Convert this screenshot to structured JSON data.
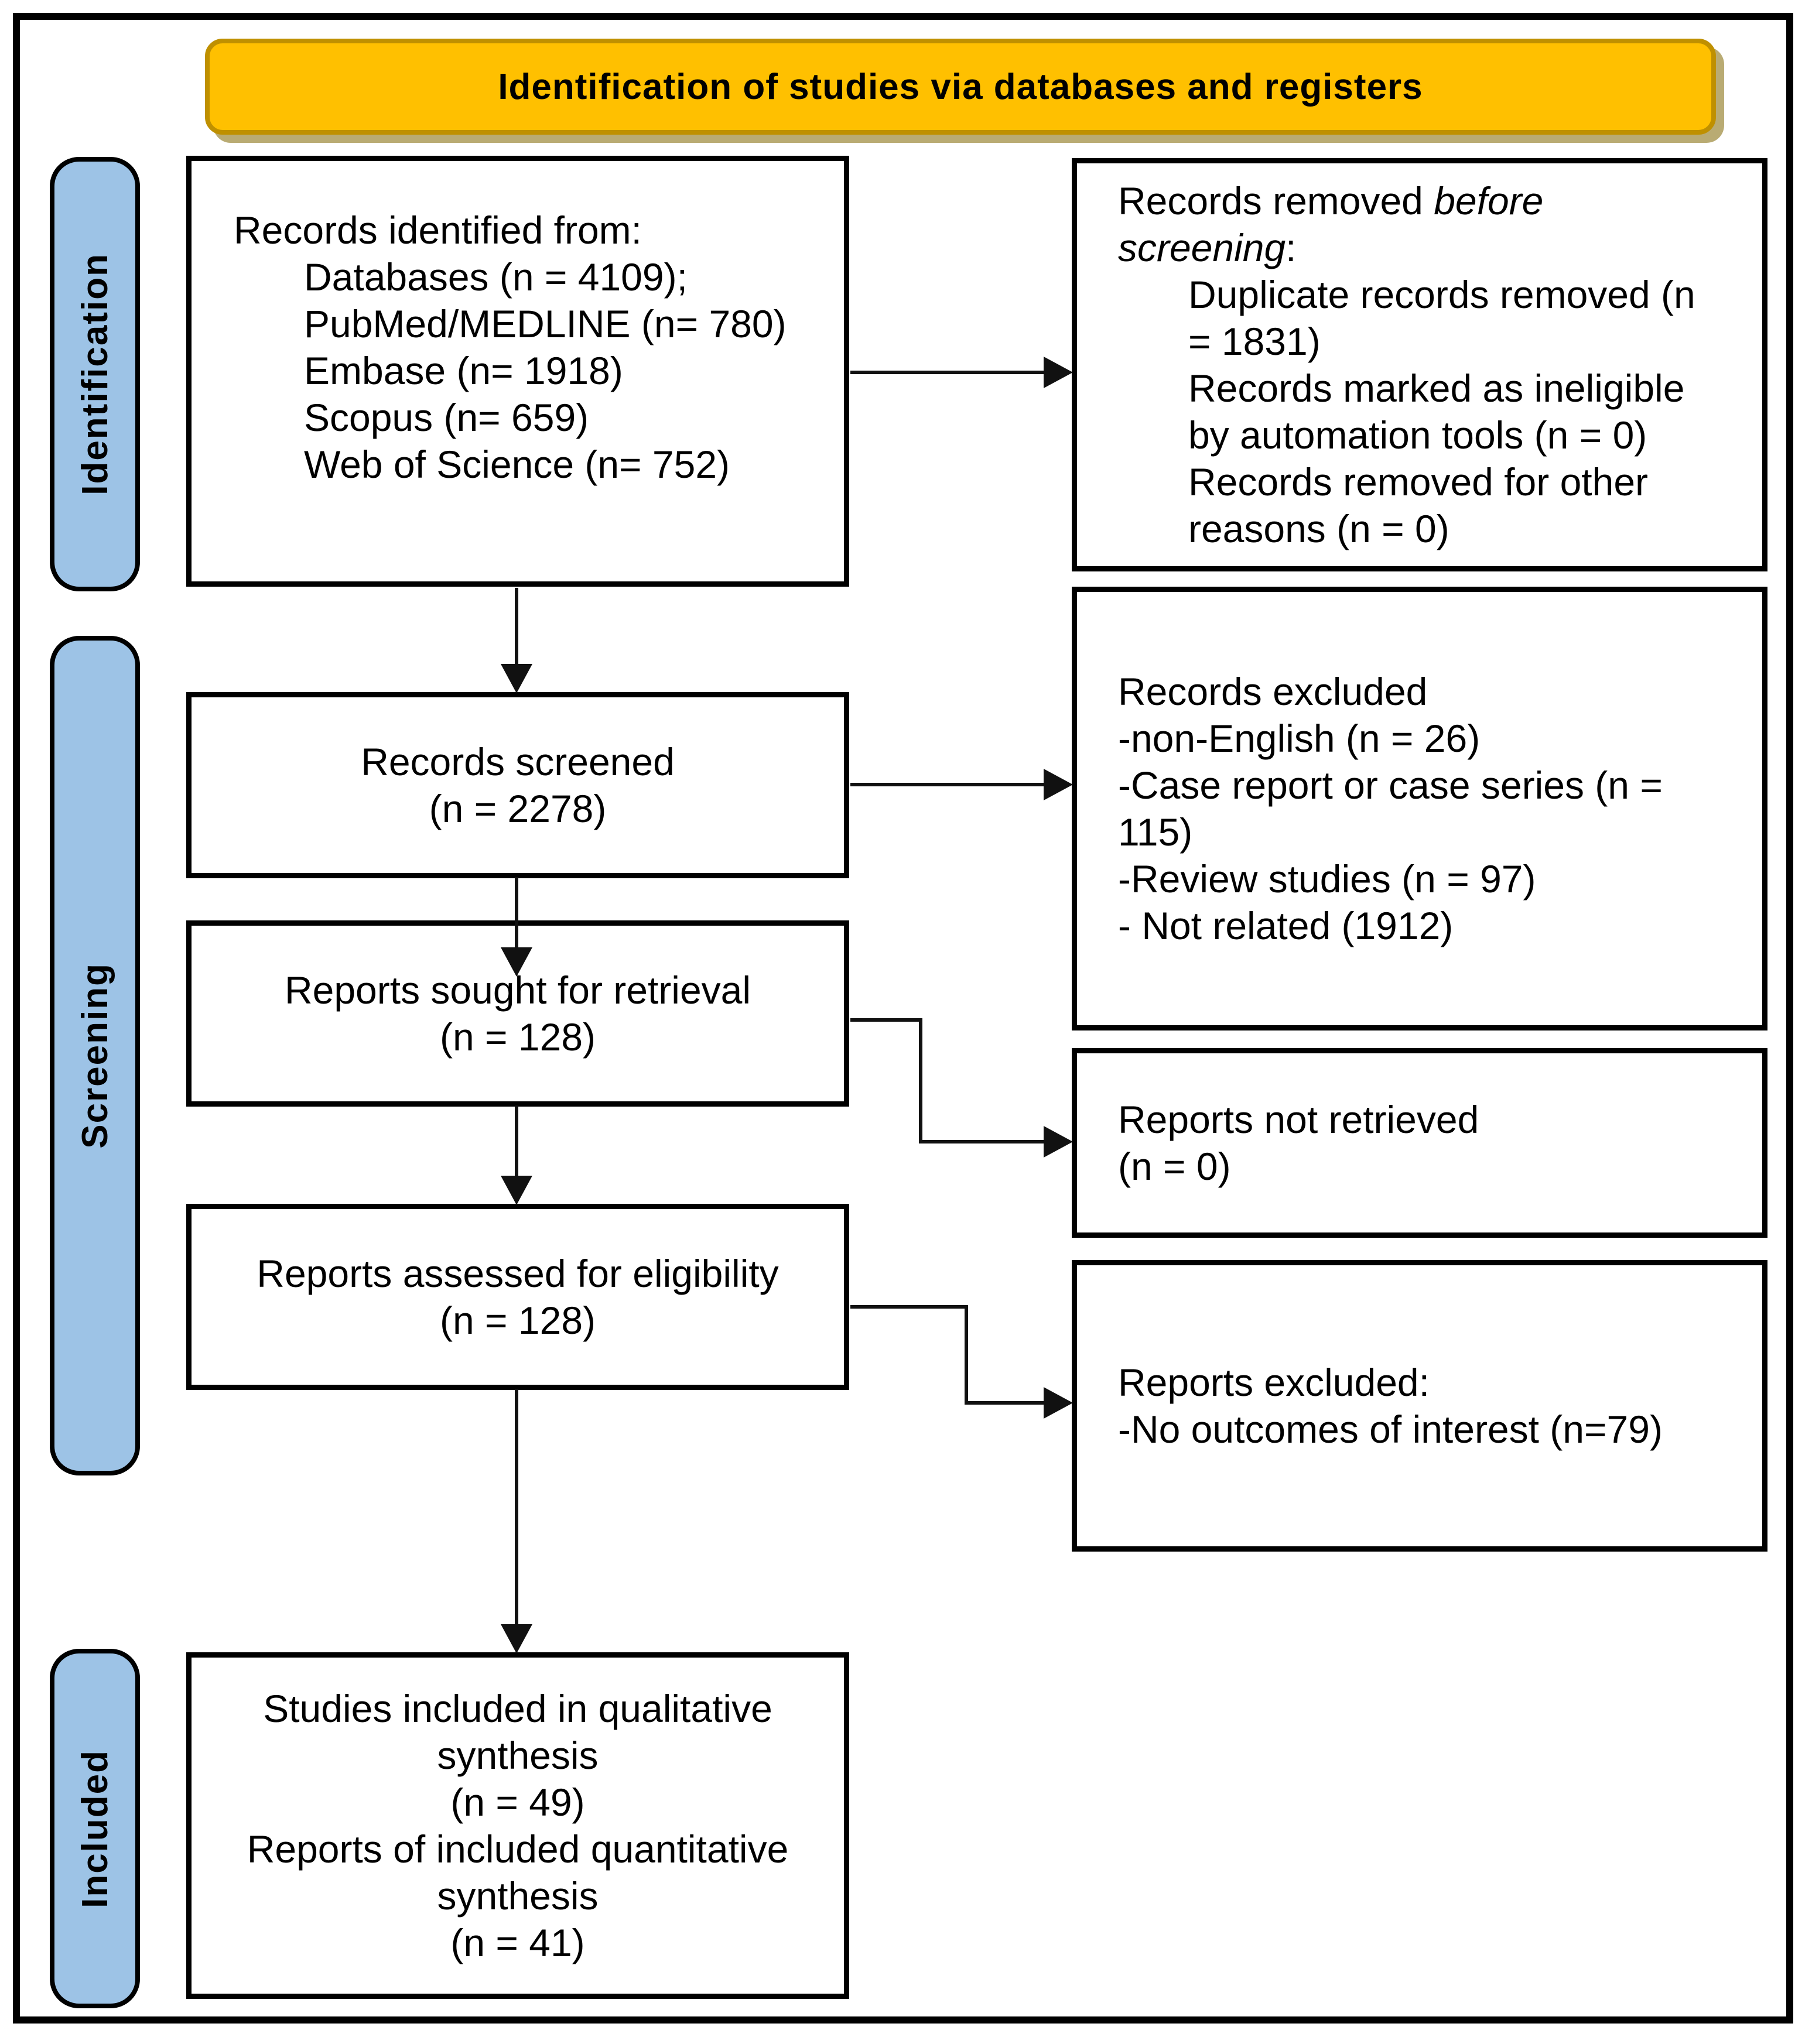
{
  "banner": {
    "title": "Identification of studies via databases and registers"
  },
  "sidebar": [
    {
      "id": "identification",
      "label": "Identification"
    },
    {
      "id": "screening",
      "label": "Screening"
    },
    {
      "id": "included",
      "label": "Included"
    }
  ],
  "colors": {
    "banner-fill": "#FFC000",
    "banner-border": "#BF9000",
    "tab-fill": "#9DC3E6",
    "box-border": "#000000",
    "arrow": "#111111",
    "background": "#FFFFFF"
  },
  "boxes": {
    "records_identified": {
      "lines": [
        {
          "ind": false,
          "parts": [
            {
              "text": "Records identified from:"
            }
          ]
        },
        {
          "ind": true,
          "parts": [
            {
              "text": "Databases (n = 4109);"
            }
          ]
        },
        {
          "ind": true,
          "parts": [
            {
              "text": "PubMed/MEDLINE (n= 780)"
            }
          ]
        },
        {
          "ind": true,
          "parts": [
            {
              "text": "Embase (n= 1918)"
            }
          ]
        },
        {
          "ind": true,
          "parts": [
            {
              "text": "Scopus (n= 659)"
            }
          ]
        },
        {
          "ind": true,
          "parts": [
            {
              "text": "Web of Science (n= 752)"
            }
          ]
        }
      ]
    },
    "records_removed": {
      "lines": [
        {
          "ind": false,
          "parts": [
            {
              "text": "Records removed "
            },
            {
              "text": "before screening",
              "italic": true
            },
            {
              "text": ":"
            }
          ]
        },
        {
          "ind": true,
          "parts": [
            {
              "text": "Duplicate records removed (n = 1831)"
            }
          ]
        },
        {
          "ind": true,
          "parts": [
            {
              "text": "Records marked as ineligible by automation tools (n = 0)"
            }
          ]
        },
        {
          "ind": true,
          "parts": [
            {
              "text": "Records removed for other reasons (n = 0)"
            }
          ]
        }
      ]
    },
    "records_screened": {
      "lines": [
        {
          "ind": false,
          "parts": [
            {
              "text": "Records screened"
            }
          ]
        },
        {
          "ind": false,
          "parts": [
            {
              "text": "(n = 2278)"
            }
          ]
        }
      ]
    },
    "records_excluded": {
      "lines": [
        {
          "ind": false,
          "parts": [
            {
              "text": "Records excluded"
            }
          ]
        },
        {
          "ind": false,
          "parts": [
            {
              "text": "-non-English (n = 26)"
            }
          ]
        },
        {
          "ind": false,
          "parts": [
            {
              "text": "-Case report or case series (n = 115)"
            }
          ]
        },
        {
          "ind": false,
          "parts": [
            {
              "text": "-Review studies (n = 97)"
            }
          ]
        },
        {
          "ind": false,
          "parts": [
            {
              "text": "- Not related (1912)"
            }
          ]
        }
      ]
    },
    "reports_sought": {
      "lines": [
        {
          "ind": false,
          "parts": [
            {
              "text": "Reports sought for retrieval"
            }
          ]
        },
        {
          "ind": false,
          "parts": [
            {
              "text": "(n = 128)"
            }
          ]
        }
      ]
    },
    "reports_not_retrieved": {
      "lines": [
        {
          "ind": false,
          "parts": [
            {
              "text": "Reports not retrieved"
            }
          ]
        },
        {
          "ind": false,
          "parts": [
            {
              "text": "(n = 0)"
            }
          ]
        }
      ]
    },
    "reports_assessed": {
      "lines": [
        {
          "ind": false,
          "parts": [
            {
              "text": "Reports assessed for eligibility"
            }
          ]
        },
        {
          "ind": false,
          "parts": [
            {
              "text": "(n = 128)"
            }
          ]
        }
      ]
    },
    "reports_excluded": {
      "lines": [
        {
          "ind": false,
          "parts": [
            {
              "text": "Reports excluded:"
            }
          ]
        },
        {
          "ind": false,
          "parts": [
            {
              "text": "-No outcomes of interest (n=79)"
            }
          ]
        }
      ]
    },
    "studies_included": {
      "lines": [
        {
          "ind": false,
          "parts": [
            {
              "text": "Studies included in qualitative synthesis"
            }
          ]
        },
        {
          "ind": false,
          "parts": [
            {
              "text": "(n = 49)"
            }
          ]
        },
        {
          "ind": false,
          "parts": [
            {
              "text": "Reports of included quantitative synthesis"
            }
          ]
        },
        {
          "ind": false,
          "parts": [
            {
              "text": "(n = 41)"
            }
          ]
        }
      ]
    }
  }
}
